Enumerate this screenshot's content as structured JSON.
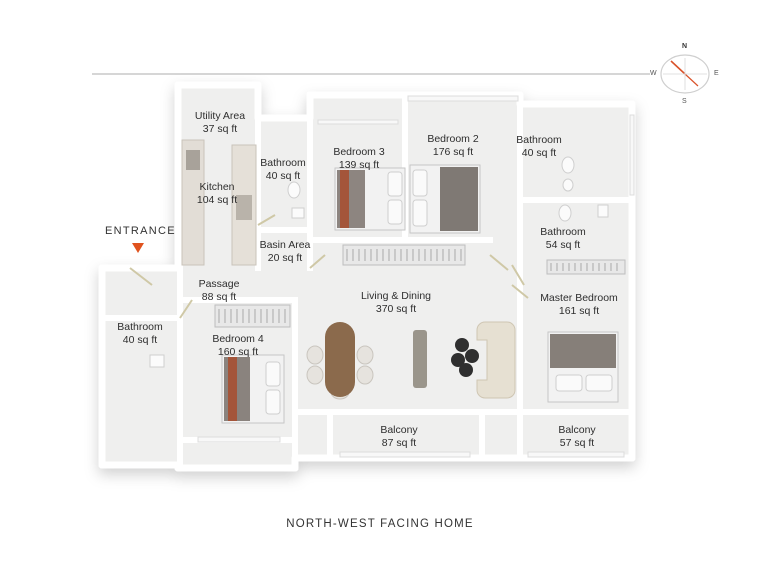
{
  "title": "NORTH-WEST FACING HOME",
  "entrance_label": "ENTRANCE",
  "compass": {
    "n": "N",
    "e": "E",
    "s": "S",
    "w": "W",
    "needle_color": "#d9532b"
  },
  "accent_color": "#e0531f",
  "rooms": {
    "utility": {
      "name": "Utility Area",
      "area": "37 sq ft"
    },
    "kitchen": {
      "name": "Kitchen",
      "area": "104 sq ft"
    },
    "bath_kitchen": {
      "name": "Bathroom",
      "area": "40 sq ft"
    },
    "bedroom3": {
      "name": "Bedroom 3",
      "area": "139 sq ft"
    },
    "bedroom2": {
      "name": "Bedroom 2",
      "area": "176 sq ft"
    },
    "bath_ne": {
      "name": "Bathroom",
      "area": "40 sq ft"
    },
    "basin": {
      "name": "Basin Area",
      "area": "20 sq ft"
    },
    "bath_master": {
      "name": "Bathroom",
      "area": "54 sq ft"
    },
    "passage": {
      "name": "Passage",
      "area": "88 sq ft"
    },
    "living": {
      "name": "Living & Dining",
      "area": "370 sq ft"
    },
    "master": {
      "name": "Master Bedroom",
      "area": "161 sq ft"
    },
    "bath_w": {
      "name": "Bathroom",
      "area": "40 sq ft"
    },
    "bedroom4": {
      "name": "Bedroom 4",
      "area": "160 sq ft"
    },
    "balcony_mid": {
      "name": "Balcony",
      "area": "87 sq ft"
    },
    "balcony_right": {
      "name": "Balcony",
      "area": "57 sq ft"
    }
  }
}
